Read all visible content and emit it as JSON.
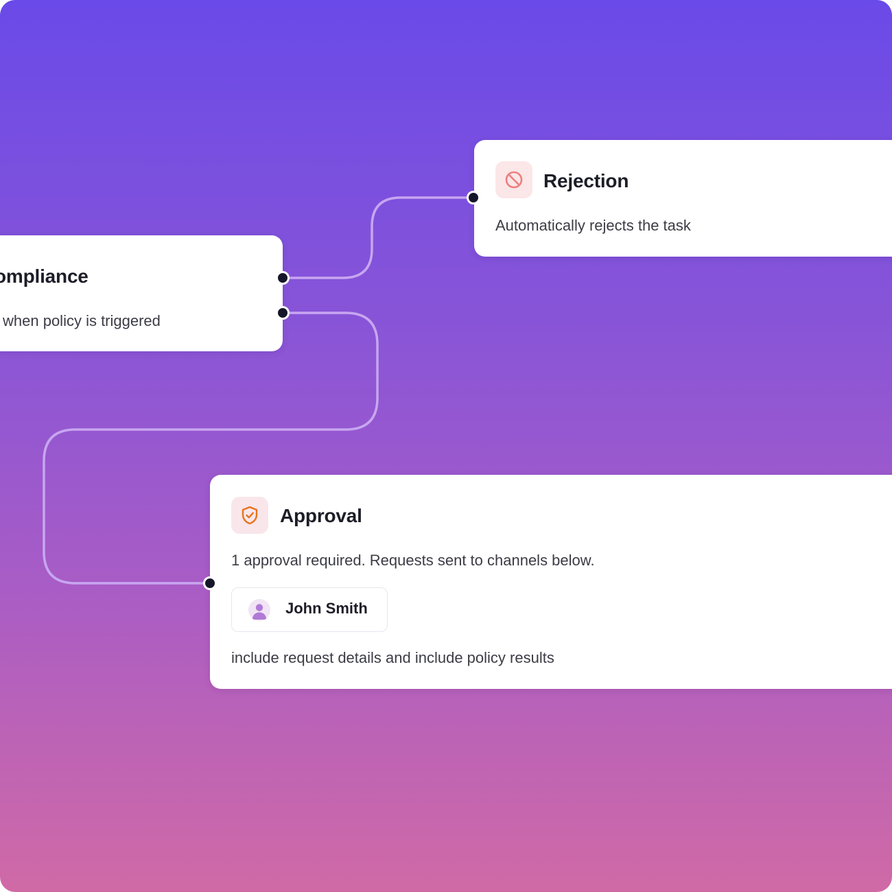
{
  "colors": {
    "background_top": "#6a4ae8",
    "background_bottom": "#d06aa6",
    "connector": "#c7a6f0",
    "port": "#16162a",
    "rejection_accent": "#ef7f7f",
    "approval_accent": "#e8731c"
  },
  "nodes": {
    "compliance": {
      "title": "ompliance",
      "description": "when policy is triggered"
    },
    "rejection": {
      "title": "Rejection",
      "description": "Automatically rejects the task",
      "icon": "block-icon"
    },
    "approval": {
      "title": "Approval",
      "description": "1 approval required. Requests sent to channels below.",
      "icon": "shield-check-icon",
      "approver": {
        "name": "John Smith",
        "icon": "user-icon"
      },
      "footer": "include request details and include policy results"
    }
  }
}
